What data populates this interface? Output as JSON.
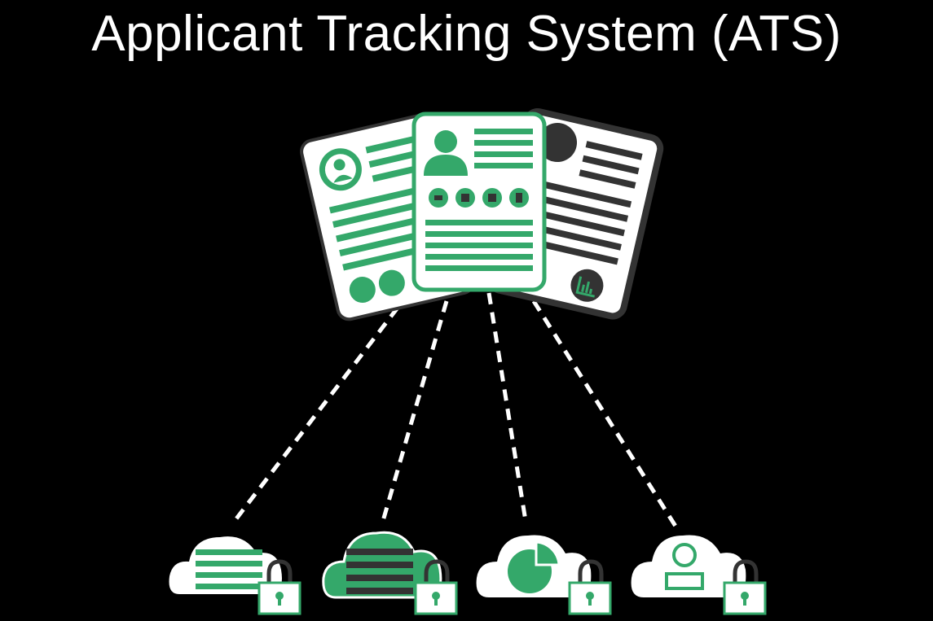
{
  "title": "Applicant Tracking System (ATS)",
  "colors": {
    "background": "#000000",
    "accent_green": "#34a86a",
    "dark_gray": "#333333",
    "white": "#ffffff"
  },
  "documents": [
    {
      "name": "resume-left",
      "icon": "person-circle-icon"
    },
    {
      "name": "resume-center",
      "icon": "person-icon"
    },
    {
      "name": "resume-right",
      "icon": "bar-chart-icon"
    }
  ],
  "storage": [
    {
      "name": "cloud-list-storage",
      "icon": "lines-icon",
      "style": "outline"
    },
    {
      "name": "cloud-database-storage",
      "icon": "lines-icon",
      "style": "filled"
    },
    {
      "name": "cloud-pie-storage",
      "icon": "pie-chart-icon",
      "style": "outline"
    },
    {
      "name": "cloud-user-storage",
      "icon": "user-icon",
      "style": "outline"
    }
  ],
  "connections": [
    "dashed-line",
    "dashed-line",
    "dashed-line",
    "dashed-line"
  ]
}
